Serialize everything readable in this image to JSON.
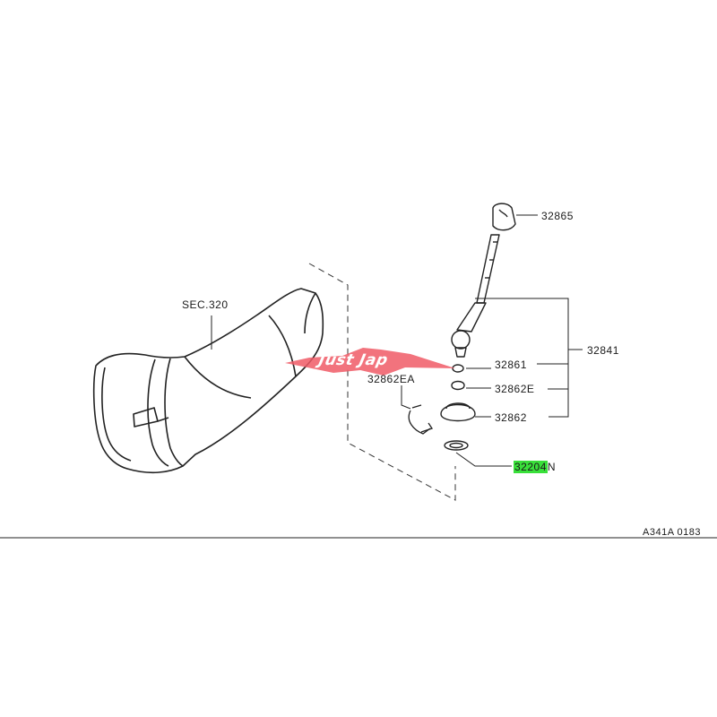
{
  "watermark": {
    "text": "Just Jap"
  },
  "section_ref": "SEC.320",
  "parts": [
    {
      "code": "32865"
    },
    {
      "code": "32841"
    },
    {
      "code": "32861"
    },
    {
      "code": "32862E"
    },
    {
      "code": "32862EA"
    },
    {
      "code": "32862"
    },
    {
      "code": "32204",
      "suffix": "N",
      "highlighted": true
    }
  ],
  "diagram_id": "A341A 0183",
  "colors": {
    "highlight": "#39e03a",
    "watermark": "#f05a66",
    "line": "#222222"
  }
}
